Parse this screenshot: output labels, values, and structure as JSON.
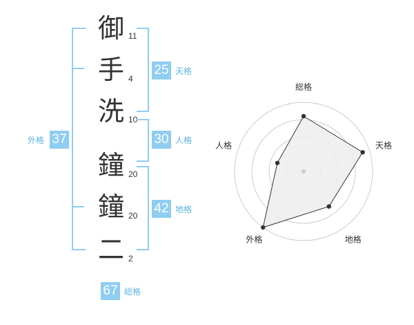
{
  "name_chars": [
    {
      "char": "御",
      "strokes": "11"
    },
    {
      "char": "手",
      "strokes": "4"
    },
    {
      "char": "洗",
      "strokes": "10"
    },
    {
      "char": "鐘",
      "strokes": "20"
    },
    {
      "char": "鐘",
      "strokes": "20"
    },
    {
      "char": "二",
      "strokes": "2"
    }
  ],
  "kakusu": {
    "tenkaku": {
      "label": "天格",
      "value": "25"
    },
    "jinkaku": {
      "label": "人格",
      "value": "30"
    },
    "chikaku": {
      "label": "地格",
      "value": "42"
    },
    "gaikaku": {
      "label": "外格",
      "value": "37"
    },
    "soukaku": {
      "label": "総格",
      "value": "67"
    }
  },
  "colors": {
    "accent": "#8fcdf2",
    "accent_text": "#5fb4e6",
    "polygon_fill": "#ededed",
    "grid": "#cccccc"
  },
  "chart_data": {
    "type": "radar",
    "axes": [
      "総格",
      "天格",
      "地格",
      "外格",
      "人格"
    ],
    "max": 4,
    "rings": 4,
    "values": [
      3.2,
      3.6,
      2.5,
      4.0,
      1.6
    ]
  }
}
